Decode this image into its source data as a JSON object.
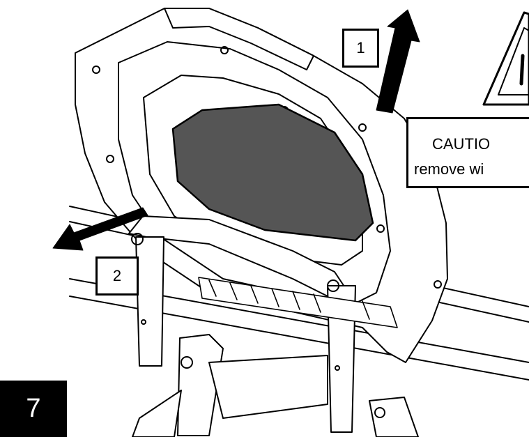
{
  "figure": {
    "step_number": "7",
    "callouts": {
      "step_1": "1",
      "step_2": "2"
    },
    "caution": {
      "line1": "CAUTIO",
      "line2": "remove wi"
    },
    "arrows": [
      {
        "label": "1",
        "direction": "up"
      },
      {
        "label": "2",
        "direction": "left"
      }
    ],
    "warning_icon": "warning-triangle-icon",
    "colors": {
      "ink": "#000000",
      "paper": "#ffffff",
      "frame_border": "#000000"
    }
  }
}
